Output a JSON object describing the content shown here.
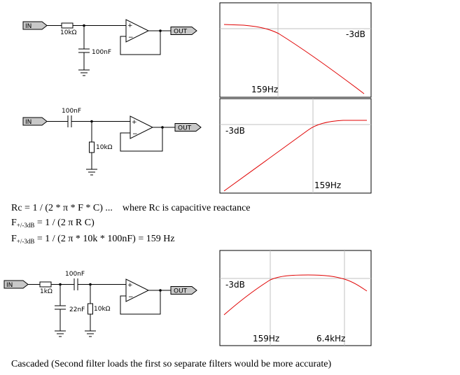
{
  "circuit1": {
    "in_label": "IN",
    "out_label": "OUT",
    "resistor_label": "10kΩ",
    "capacitor_label": "100nF"
  },
  "circuit2": {
    "in_label": "IN",
    "out_label": "OUT",
    "capacitor_label": "100nF",
    "resistor_label": "10kΩ"
  },
  "circuit3": {
    "in_label": "IN",
    "out_label": "OUT",
    "resistor1_label": "1kΩ",
    "capacitor1_label": "22nF",
    "capacitor2_label": "100nF",
    "resistor2_label": "10kΩ"
  },
  "plots": [
    {
      "type": "low-pass",
      "cutoff_label": "159Hz",
      "db_label": "-3dB"
    },
    {
      "type": "high-pass",
      "cutoff_label": "159Hz",
      "db_label": "-3dB"
    },
    {
      "type": "band-pass",
      "low_cutoff_label": "159Hz",
      "high_cutoff_label": "6.4kHz",
      "db_label": "-3dB"
    }
  ],
  "formulas": {
    "line1": "Rc = 1 / (2 * π * F * C) ...    where Rc is capacitive reactance",
    "line2_prefix": "F",
    "line2_sub": "+/-3dB",
    "line2_rest": " = 1 / (2 π R C)",
    "line3_prefix": "F",
    "line3_sub": "+/-3dB",
    "line3_rest": " = 1 / (2 π * 10k * 100nF) = 159 Hz"
  },
  "note": "Cascaded (Second filter loads the first so separate filters would be more accurate)"
}
